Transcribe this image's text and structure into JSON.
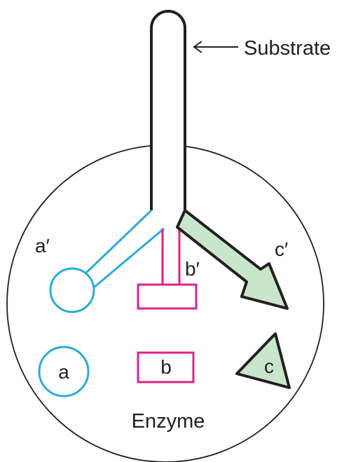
{
  "labels": {
    "substrate": "Substrate",
    "enzyme": "Enzyme",
    "a_prime": "a′",
    "b_prime": "b′",
    "c_prime": "c′",
    "a": "a",
    "b": "b",
    "c": "c"
  },
  "colors": {
    "outline": "#231f20",
    "blue": "#29abe2",
    "magenta": "#e0218a",
    "green_fill": "#c8e6c9"
  }
}
